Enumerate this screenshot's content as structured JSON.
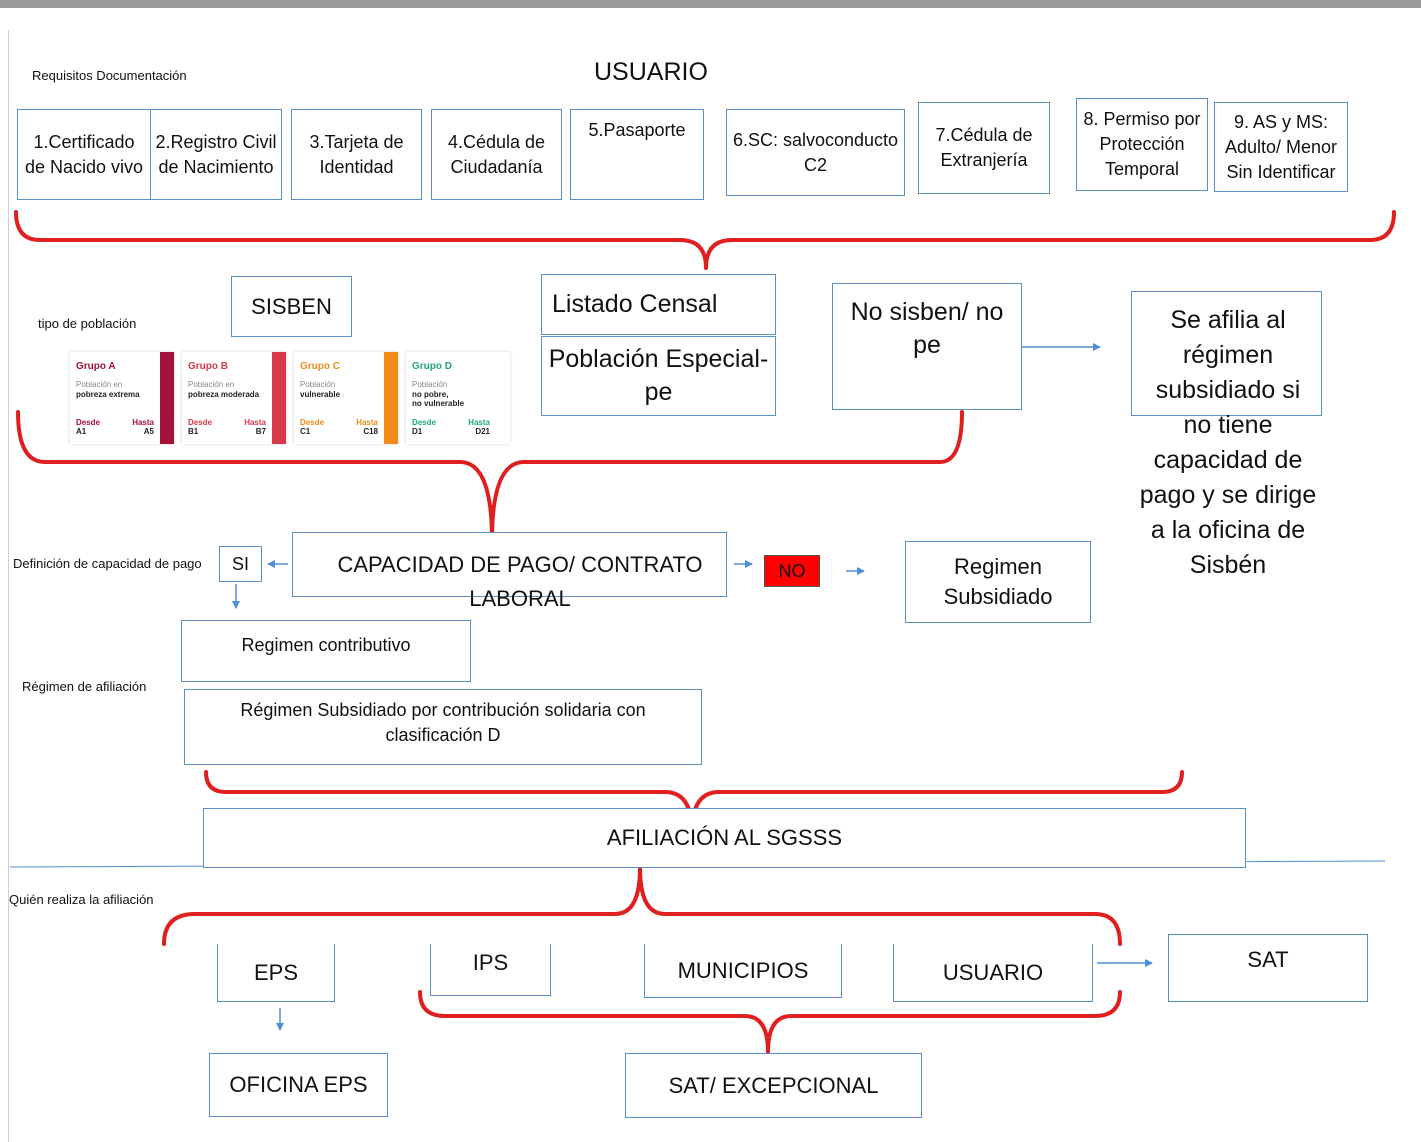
{
  "header": {
    "requisitos_label": "Requisitos Documentación",
    "title": "USUARIO"
  },
  "documents": [
    "1.Certificado\nde Nacido vivo",
    "2.Registro Civil\nde Nacimiento",
    "3.Tarjeta de\nIdentidad",
    "4.Cédula de\nCiudadanía",
    "5.Pasaporte",
    "6.SC: salvoconducto\nC2",
    "7.Cédula de\nExtranjería",
    "8. Permiso por\nProtección\nTemporal",
    "9. AS y MS:\nAdulto/ Menor\nSin Identificar"
  ],
  "population": {
    "label": "tipo de población",
    "sisben": "SISBEN",
    "listado_censal": "Listado Censal",
    "poblacion_especial": "Población Especial-\npe",
    "no_sisben": "No sisben/ no\npe",
    "se_afilia": "Se afilia al\nrégimen\nsubsidiado  si\nno tiene\ncapacidad de\npago y se dirige\na la oficina de\nSisbén"
  },
  "sisben_groups": [
    {
      "title": "Grupo A",
      "desc": "Población en",
      "value": "pobreza extrema",
      "from_label": "Desde",
      "to_label": "Hasta",
      "from": "A1",
      "to": "A5",
      "color": "#a3123a"
    },
    {
      "title": "Grupo B",
      "desc": "Población en",
      "value": "pobreza moderada",
      "from_label": "Desde",
      "to_label": "Hasta",
      "from": "B1",
      "to": "B7",
      "color": "#d63a48"
    },
    {
      "title": "Grupo C",
      "desc": "Población",
      "value": "vulnerable",
      "from_label": "Desde",
      "to_label": "Hasta",
      "from": "C1",
      "to": "C18",
      "color": "#f08c1a"
    },
    {
      "title": "Grupo D",
      "desc": "Población",
      "value": "no pobre,\nno vulnerable",
      "from_label": "Desde",
      "to_label": "Hasta",
      "from": "D1",
      "to": "D21",
      "color": "#21a67a"
    }
  ],
  "payment": {
    "label": "Definición de capacidad de pago",
    "si": "SI",
    "capacidad": "CAPACIDAD DE PAGO/ CONTRATO\nLABORAL",
    "no": "NO",
    "regimen_subsidiado": "Regimen\nSubsidiado"
  },
  "regimen": {
    "label": "Régimen de afiliación",
    "contributivo": "Regimen contributivo",
    "solidaria": "Régimen Subsidiado por contribución solidaria  con\nclasificación D"
  },
  "afiliacion": "AFILIACIÓN AL SGSSS",
  "who": {
    "label": "Quién realiza la afiliación",
    "eps": "EPS",
    "ips": "IPS",
    "municipios": "MUNICIPIOS",
    "usuario": "USUARIO",
    "sat": "SAT",
    "oficina_eps": "OFICINA EPS",
    "sat_excepcional": "SAT/ EXCEPCIONAL"
  },
  "colors": {
    "brace": "#e02020",
    "arrow": "#4f8fd6",
    "box_border": "#5b8fc7",
    "no_fill": "#ff0000"
  }
}
